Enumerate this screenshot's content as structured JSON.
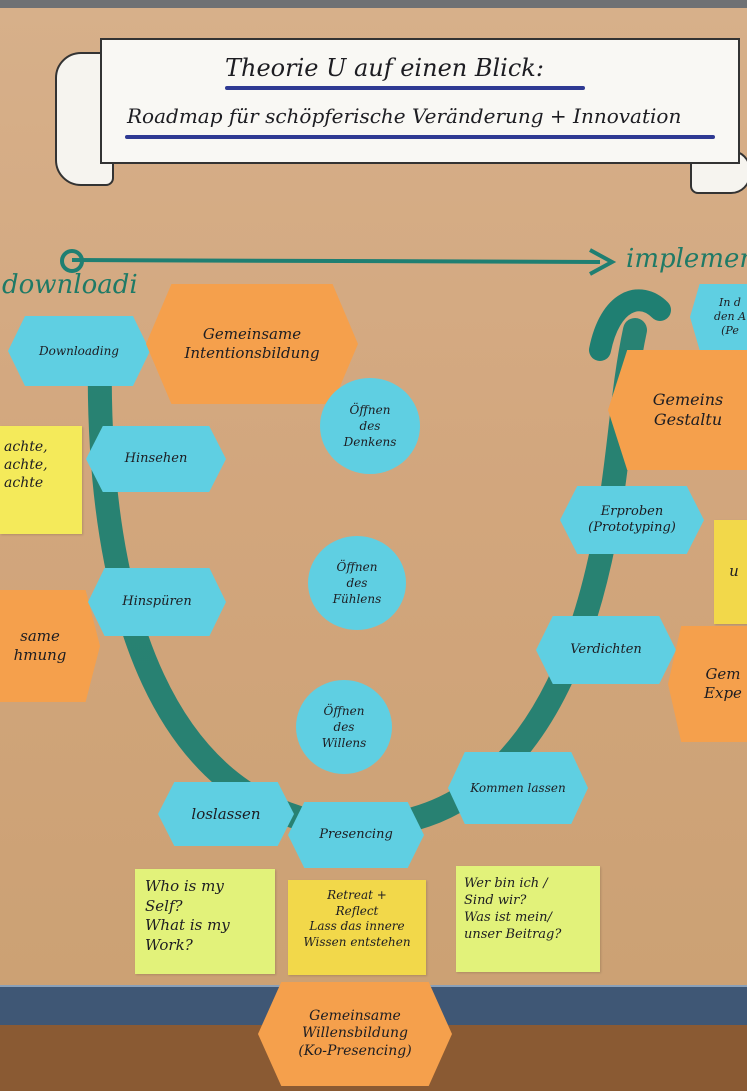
{
  "banner": {
    "title_line1": "Theorie U auf einen Blick:",
    "title_line2": "Roadmap für schöpferische Veränderung + Innovation"
  },
  "arrow": {
    "left_label": "downloadi",
    "right_label": "implementi"
  },
  "colors": {
    "paper": "#d2a67d",
    "cyan": "#5fcfe2",
    "orange": "#f5a04c",
    "u_curve": "#1f7f72",
    "banner_ink": "#2f3a93"
  },
  "left_hexes": {
    "downloading": "Downloading",
    "hinsehen": "Hinsehen",
    "hinspueren": "Hinspüren",
    "loslassen": "loslassen"
  },
  "center": {
    "presencing": "Presencing",
    "intention": "Gemeinsame\nIntentionsbildung",
    "willensbildung": "Gemeinsame\nWillensbildung\n(Ko-Presencing)"
  },
  "right_hexes": {
    "kommen_lassen": "Kommen lassen",
    "verdichten": "Verdichten",
    "erproben": "Erproben\n(Prototyping)",
    "in_den": "In d\nden A\n(Pe",
    "gemeinsames_gestalten": "Gemeins\nGestaltu",
    "gem_exp": "Gem\nExpe"
  },
  "left_edge": {
    "yellow_note": "achte,\nachte,\nachte",
    "orange_hex": "same\nhmung"
  },
  "right_edge_yellow": "u",
  "circles": {
    "denkens": "Öffnen\ndes\nDenkens",
    "fuehlens": "Öffnen\ndes\nFühlens",
    "willens": "Öffnen\ndes\nWillens"
  },
  "notes": {
    "self_work": "Who is my\nSelf?\nWhat is my\nWork?",
    "retreat": "Retreat +\nReflect\nLass das innere\nWissen entstehen",
    "wer_bin_ich": "Wer bin ich /\nSind wir?\nWas ist mein/\nunser Beitrag?"
  }
}
